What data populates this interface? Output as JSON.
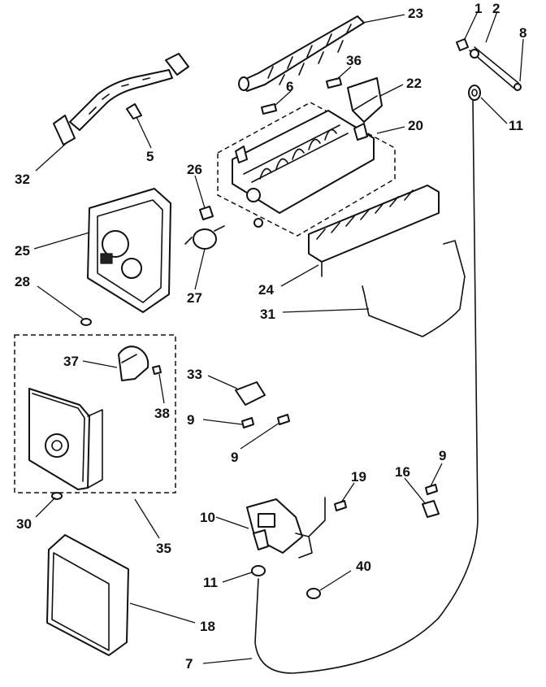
{
  "diagram": {
    "callouts": {
      "c1": "1",
      "c2": "2",
      "c8": "8",
      "c23": "23",
      "c36": "36",
      "c22": "22",
      "c6": "6",
      "c20": "20",
      "c11a": "11",
      "c5": "5",
      "c32": "32",
      "c26": "26",
      "c25": "25",
      "c28": "28",
      "c27": "27",
      "c24": "24",
      "c31": "31",
      "c37": "37",
      "c38": "38",
      "c33": "33",
      "c9a": "9",
      "c9b": "9",
      "c9c": "9",
      "c16": "16",
      "c19": "19",
      "c30": "30",
      "c35": "35",
      "c10": "10",
      "c11b": "11",
      "c40": "40",
      "c18": "18",
      "c7": "7"
    }
  }
}
